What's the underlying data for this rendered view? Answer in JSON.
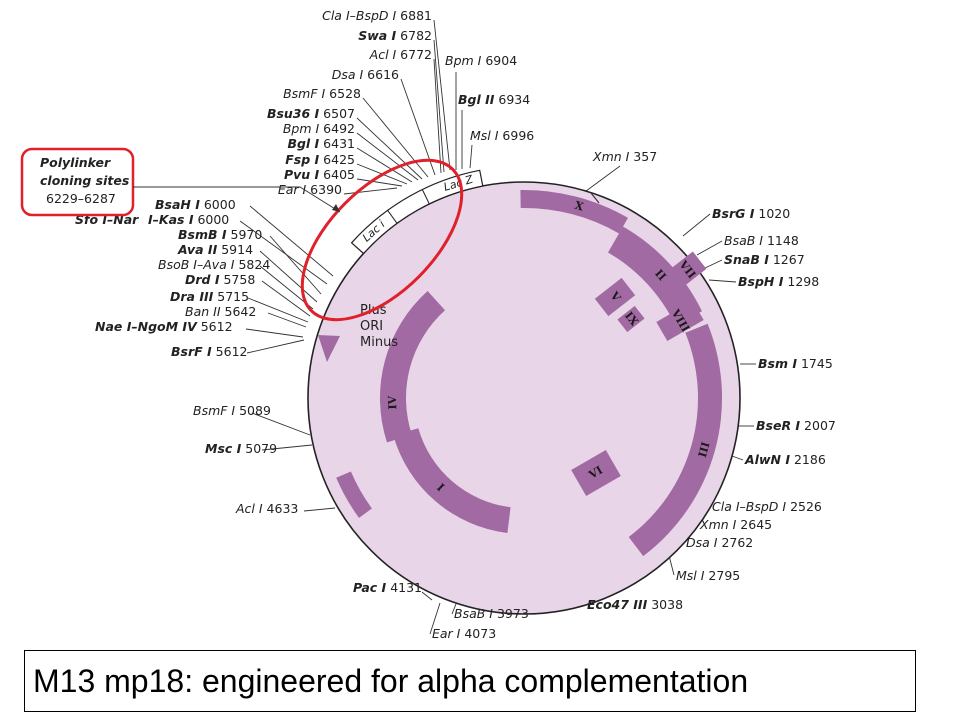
{
  "caption": "M13 mp18: engineered for alpha complementation",
  "colors": {
    "plasmid_fill": "#e8d6e8",
    "gene_fill": "#a26aa2",
    "highlight": "#e0202a",
    "outline": "#222222"
  },
  "polylinker": {
    "line1": "Polylinker",
    "line2": "cloning sites",
    "range": "6229–6287"
  },
  "ori": {
    "line1": "Plus",
    "line2": "ORI",
    "line3": "Minus"
  },
  "lac_genes": [
    {
      "name": "Lac Z"
    },
    {
      "name": "Lac i"
    }
  ],
  "genes": [
    {
      "label": "II"
    },
    {
      "label": "X"
    },
    {
      "label": "VII"
    },
    {
      "label": "V"
    },
    {
      "label": "IX"
    },
    {
      "label": "VIII"
    },
    {
      "label": "III"
    },
    {
      "label": "VI"
    },
    {
      "label": "I"
    },
    {
      "label": "IV"
    }
  ],
  "sites": [
    {
      "enzyme": "Cla I–BspD I",
      "position": "6881",
      "bold": false
    },
    {
      "enzyme": "Swa I",
      "position": "6782",
      "bold": true
    },
    {
      "enzyme": "Acl I",
      "position": "6772",
      "bold": false
    },
    {
      "enzyme": "Dsa I",
      "position": "6616",
      "bold": false
    },
    {
      "enzyme": "BsmF I",
      "position": "6528",
      "bold": false
    },
    {
      "enzyme": "Bsu36 I",
      "position": "6507",
      "bold": true
    },
    {
      "enzyme": "Bpm I",
      "position": "6492",
      "bold": false
    },
    {
      "enzyme": "Bgl I",
      "position": "6431",
      "bold": true
    },
    {
      "enzyme": "Fsp I",
      "position": "6425",
      "bold": true
    },
    {
      "enzyme": "Pvu I",
      "position": "6405",
      "bold": true
    },
    {
      "enzyme": "Ear I",
      "position": "6390",
      "bold": false
    },
    {
      "enzyme": "Bpm I",
      "position": "6904",
      "bold": false
    },
    {
      "enzyme": "Bgl II",
      "position": "6934",
      "bold": true
    },
    {
      "enzyme": "Msl I",
      "position": "6996",
      "bold": false
    },
    {
      "enzyme": "Xmn I",
      "position": "357",
      "bold": false
    },
    {
      "enzyme": "BsrG I",
      "position": "1020",
      "bold": true
    },
    {
      "enzyme": "BsaB I",
      "position": "1148",
      "bold": false
    },
    {
      "enzyme": "SnaB I",
      "position": "1267",
      "bold": true
    },
    {
      "enzyme": "BspH I",
      "position": "1298",
      "bold": true
    },
    {
      "enzyme": "Bsm I",
      "position": "1745",
      "bold": true
    },
    {
      "enzyme": "BseR I",
      "position": "2007",
      "bold": true
    },
    {
      "enzyme": "AlwN I",
      "position": "2186",
      "bold": true
    },
    {
      "enzyme": "Cla I–BspD I",
      "position": "2526",
      "bold": false
    },
    {
      "enzyme": "Xmn I",
      "position": "2645",
      "bold": false
    },
    {
      "enzyme": "Dsa I",
      "position": "2762",
      "bold": false
    },
    {
      "enzyme": "Msl I",
      "position": "2795",
      "bold": false
    },
    {
      "enzyme": "Eco47 III",
      "position": "3038",
      "bold": true
    },
    {
      "enzyme": "BsaB I",
      "position": "3973",
      "bold": false
    },
    {
      "enzyme": "Ear I",
      "position": "4073",
      "bold": false
    },
    {
      "enzyme": "Pac I",
      "position": "4131",
      "bold": true
    },
    {
      "enzyme": "Acl I",
      "position": "4633",
      "bold": false
    },
    {
      "enzyme": "Msc I",
      "position": "5079",
      "bold": true
    },
    {
      "enzyme": "BsmF I",
      "position": "5089",
      "bold": false
    },
    {
      "enzyme": "BsrF I",
      "position": "5612",
      "bold": true
    },
    {
      "enzyme": "Nae I–NgoM IV",
      "position": "5612",
      "bold": true
    },
    {
      "enzyme": "Ban II",
      "position": "5642",
      "bold": false
    },
    {
      "enzyme": "Dra III",
      "position": "5715",
      "bold": true
    },
    {
      "enzyme": "Drd I",
      "position": "5758",
      "bold": true
    },
    {
      "enzyme": "BsoB I–Ava I",
      "position": "5824",
      "bold": false
    },
    {
      "enzyme": "Ava II",
      "position": "5914",
      "bold": true
    },
    {
      "enzyme": "BsmB I",
      "position": "5970",
      "bold": true
    },
    {
      "enzyme": "I–Kas I",
      "position": "6000",
      "bold": true
    },
    {
      "enzyme": "BsaH I",
      "position": "6000",
      "bold": true
    },
    {
      "enzyme": "Sfo I–Nar",
      "position": "",
      "bold": true
    }
  ]
}
